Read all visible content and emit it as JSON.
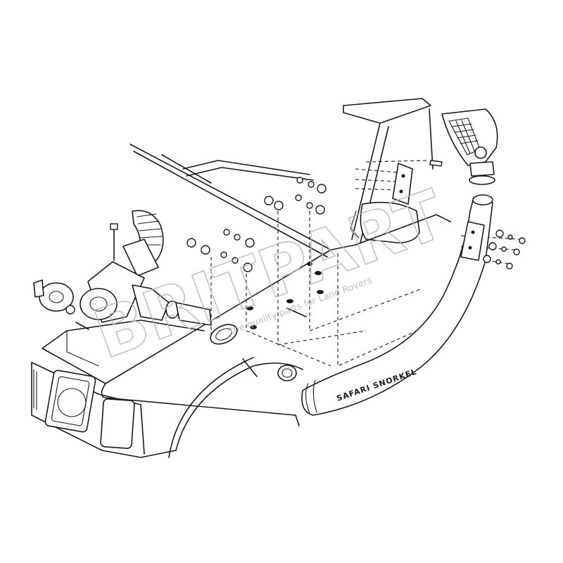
{
  "diagram": {
    "watermark": {
      "brand": "BRITPART",
      "tagline": "the quality parts for Land Rovers",
      "color": "#b8b8b8"
    },
    "snorkel_label": "SAFARI SNORKEL",
    "line_color": "#1a1a1a",
    "background_color": "#ffffff"
  }
}
